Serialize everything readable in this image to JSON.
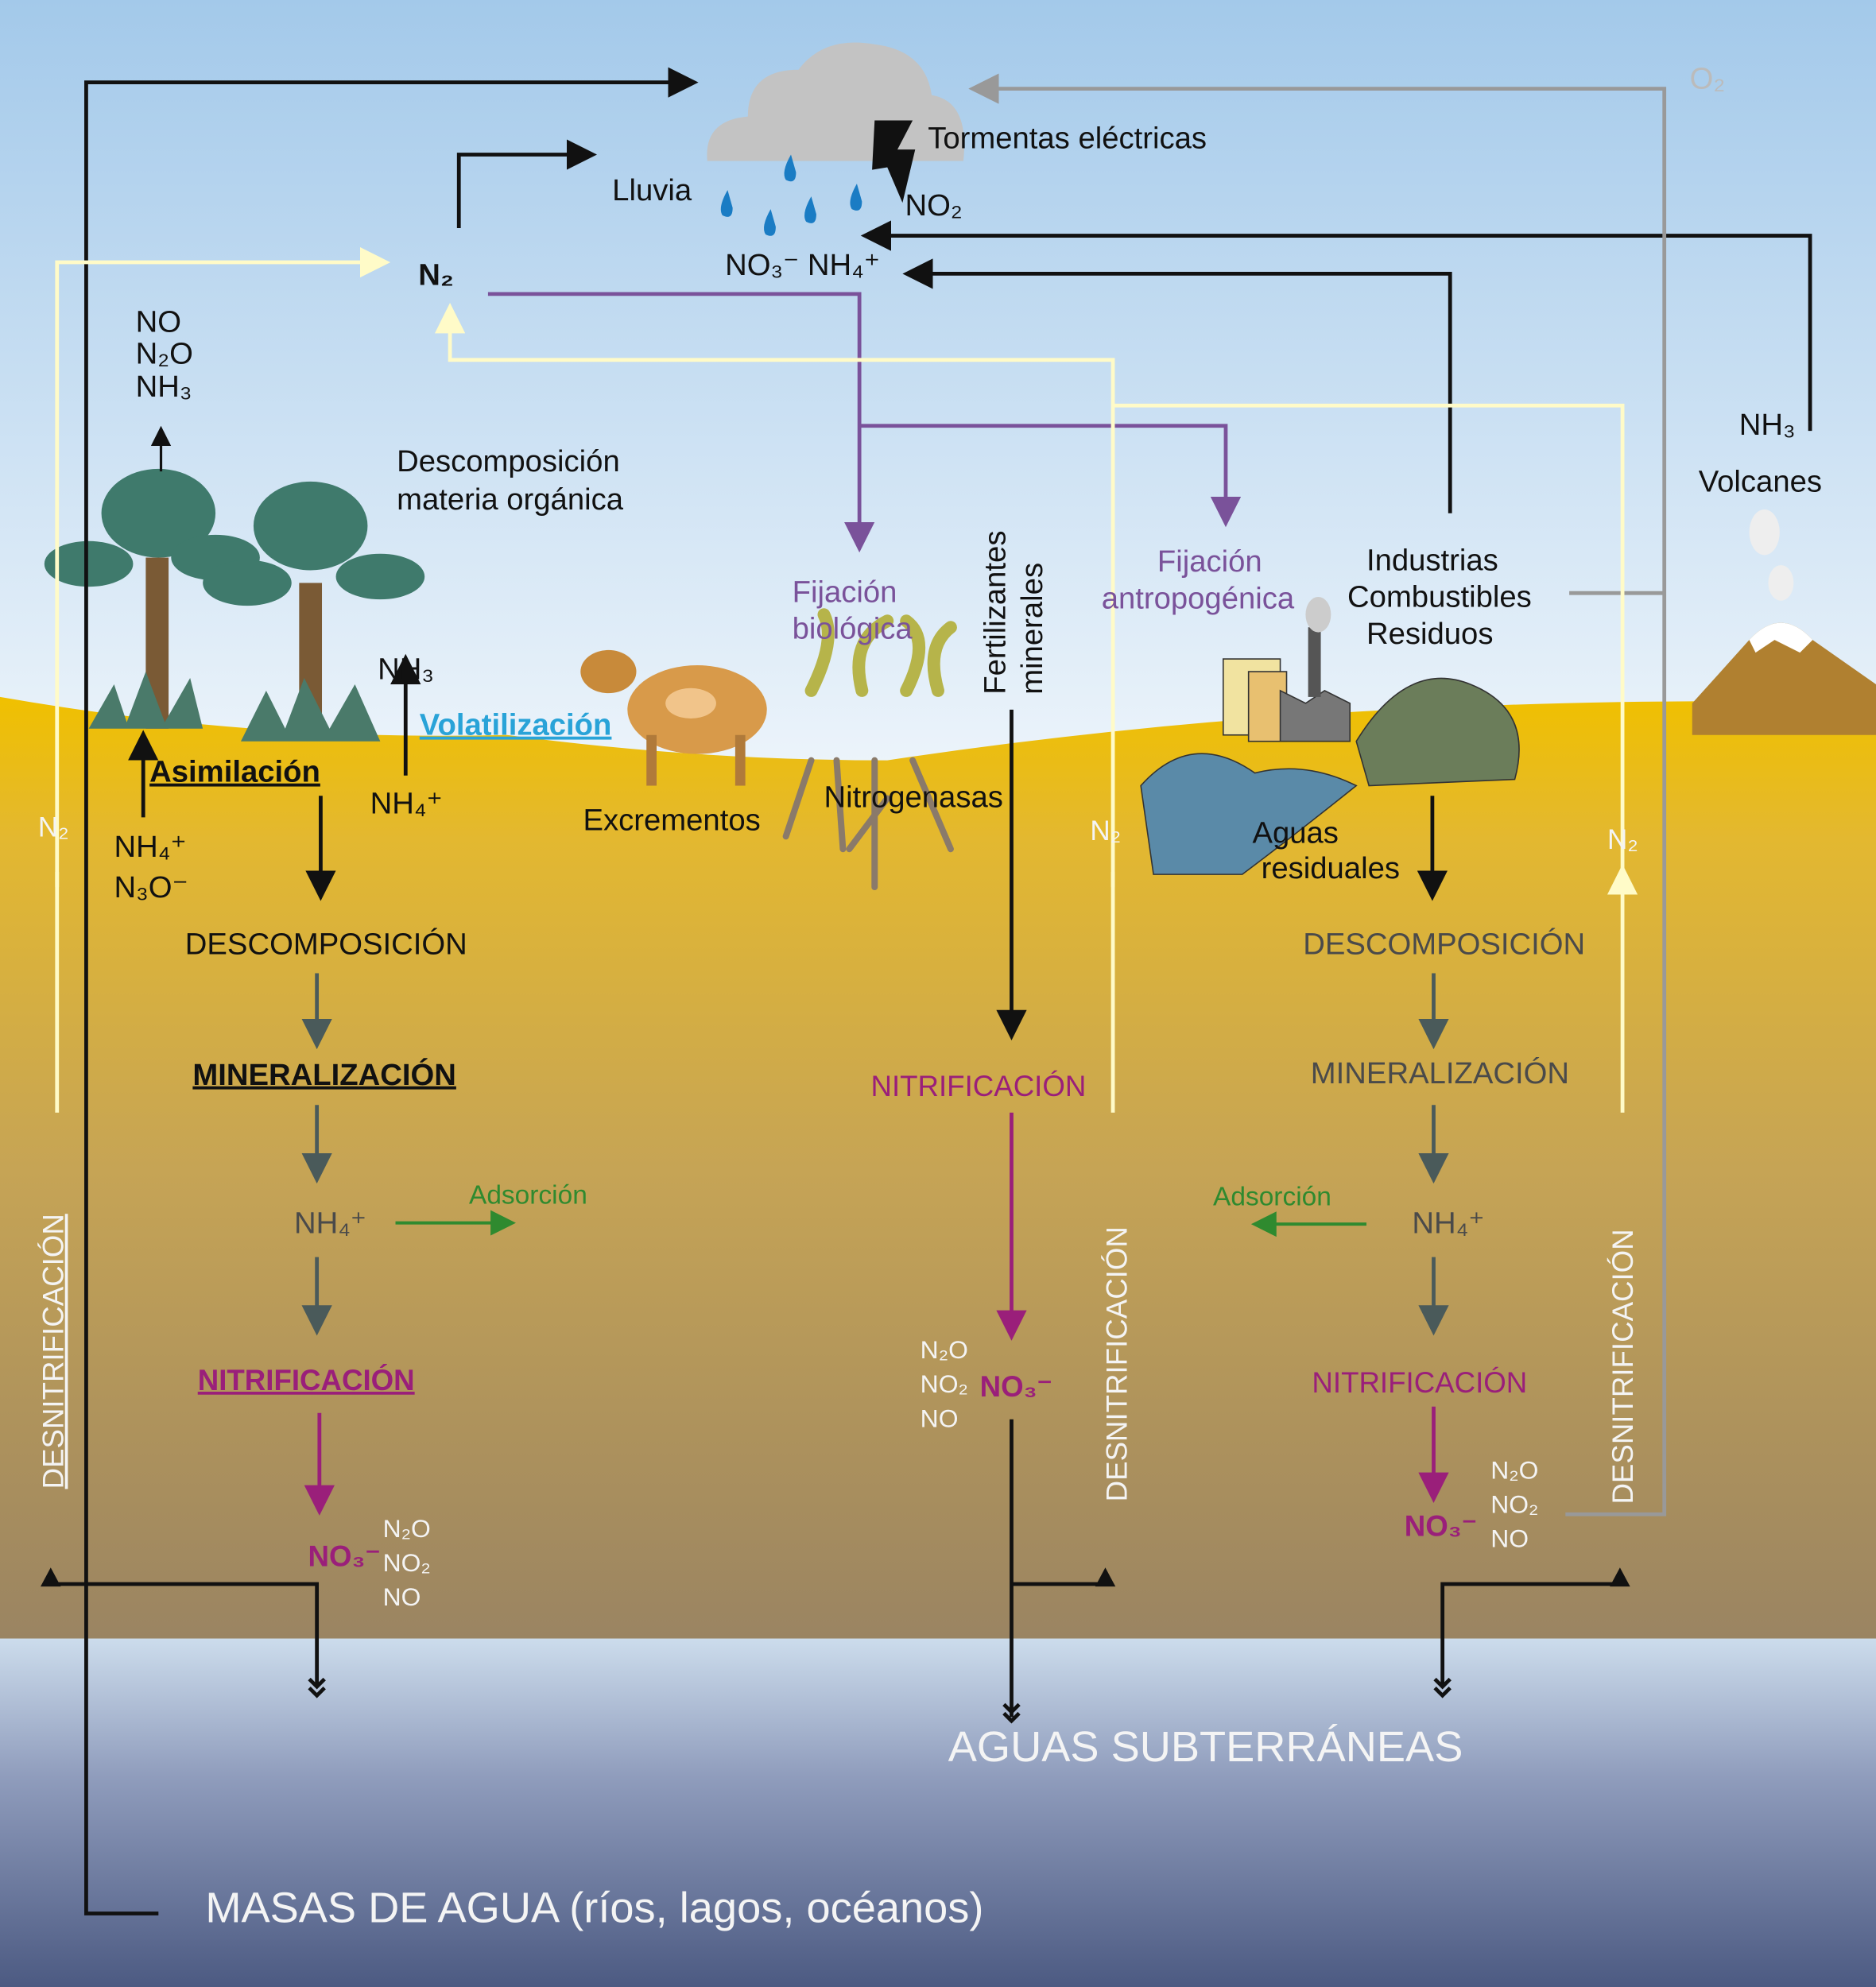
{
  "atmosphere": {
    "storms": "Tormentas eléctricas",
    "storm_product": "NO₂",
    "rain": "Lluvia",
    "rain_products": "NO₃⁻  NH₄⁺",
    "n2": "N₂",
    "o2": "O₂",
    "volcano_gas": "NH₃",
    "volcanoes": "Volcanes",
    "plant_emissions": [
      "NO",
      "N₂O",
      "NH₃"
    ]
  },
  "left_column": {
    "decomposition_organic": [
      "Descomposición",
      "materia orgánica"
    ],
    "nh3": "NH₃",
    "volatilization": "Volatilización",
    "nh4_volatil": "NH₄⁺",
    "assimilation": "Asimilación",
    "assimilated": [
      "NH₄⁺",
      "N₃O⁻"
    ],
    "n2_label": "N₂",
    "steps": {
      "decomposition": "DESCOMPOSICIÓN",
      "mineralization": "MINERALIZACIÓN",
      "nh4": "NH₄⁺",
      "adsorption": "Adsorción",
      "nitrification": "NITRIFICACIÓN",
      "no3": "NO₃⁻",
      "gases": [
        "N₂O",
        "NO₂",
        "NO"
      ]
    },
    "denitrification": "DESNITRIFICACIÓN"
  },
  "middle_column": {
    "excrements": "Excrementos",
    "biological_fixation": [
      "Fijación",
      "biológica"
    ],
    "nitrogenases": "Nitrogenasas",
    "fertilizers": [
      "Fertilizantes",
      "minerales"
    ],
    "nitrification": "NITRIFICACIÓN",
    "gases": [
      "N₂O",
      "NO₂",
      "NO"
    ],
    "no3": "NO₃⁻",
    "n2_label": "N₂",
    "denitrification": "DESNITRIFICACIÓN"
  },
  "right_column": {
    "anthropogenic_fixation": [
      "Fijación",
      "antropogénica"
    ],
    "sources": [
      "Industrias",
      "Combustibles",
      "Residuos"
    ],
    "wastewater": [
      "Aguas",
      "residuales"
    ],
    "n2_label": "N₂",
    "steps": {
      "decomposition": "DESCOMPOSICIÓN",
      "mineralization": "MINERALIZACIÓN",
      "nh4": "NH₄⁺",
      "adsorption": "Adsorción",
      "nitrification": "NITRIFICACIÓN",
      "no3": "NO₃⁻",
      "gases": [
        "N₂O",
        "NO₂",
        "NO"
      ]
    },
    "denitrification": "DESNITRIFICACIÓN"
  },
  "water": {
    "groundwater": "AGUAS SUBTERRÁNEAS",
    "water_bodies": "MASAS DE AGUA (ríos, lagos, océanos)"
  },
  "colors": {
    "sky_top": "#a3c9ea",
    "soil_top": "#f0c000",
    "soil_bottom": "#9a8462",
    "water_bottom": "#4c5a82",
    "fixation": "#7a529a",
    "nitrification": "#9a1f7a",
    "denitrification_line": "#fffbc8",
    "volatilization": "#29a3d8"
  }
}
